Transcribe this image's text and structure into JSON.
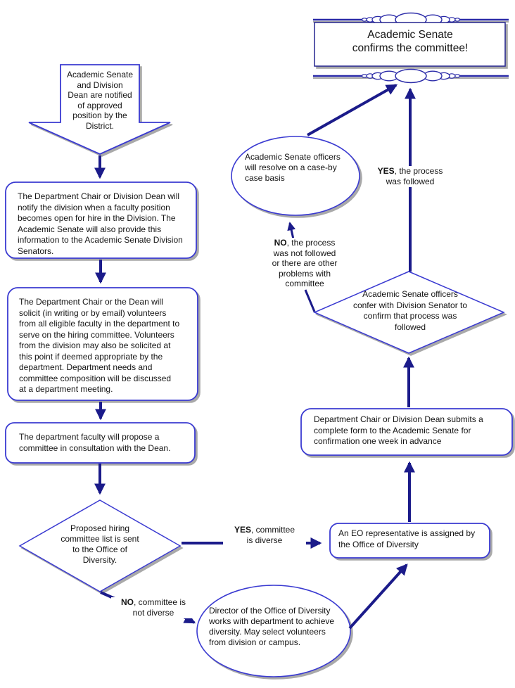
{
  "banner": {
    "lines": [
      "Academic Senate",
      "confirms the committee!"
    ]
  },
  "nodes": {
    "notified": {
      "lines": [
        "Academic Senate",
        "and Division",
        "Dean are notified",
        "of approved",
        "position by the",
        "District."
      ]
    },
    "notify": {
      "lines": [
        "The Department Chair or Division Dean will",
        "notify the division when a faculty position",
        "becomes open for hire in the Division. The",
        "Academic Senate will also provide this",
        "information to the Academic Senate Division",
        "Senators."
      ]
    },
    "solicit": {
      "lines": [
        "The Department Chair or the Dean will",
        "solicit (in writing or by email) volunteers",
        "from all eligible faculty in the department to",
        "serve on the hiring committee.  Volunteers",
        "from the division may also be solicited at",
        "this point if deemed appropriate by the",
        "department.  Department needs and",
        "committee composition will be discussed",
        "at a department meeting."
      ]
    },
    "propose": {
      "lines": [
        "The department faculty will propose a",
        "committee in consultation with the Dean."
      ]
    },
    "diversity_check": {
      "lines": [
        "Proposed hiring",
        "committee list is sent",
        "to the Office of",
        "Diversity."
      ]
    },
    "director": {
      "lines": [
        "Director of the Office of Diversity",
        "works with department to achieve",
        "diversity.  May select volunteers",
        "from division or campus."
      ]
    },
    "eo_rep": {
      "lines": [
        "An EO representative is assigned by",
        "the Office of Diversity"
      ]
    },
    "submit_form": {
      "lines": [
        "Department Chair or Division Dean submits a",
        "complete form to the Academic Senate for",
        "confirmation one week in advance"
      ]
    },
    "confirm_check": {
      "lines": [
        "Academic Senate officers",
        "confer with Division Senator to",
        "confirm that process was",
        "followed"
      ]
    },
    "resolve": {
      "lines": [
        "Academic Senate officers",
        "will resolve on a case-by",
        "case basis"
      ]
    }
  },
  "labels": {
    "yes_diverse": {
      "prefix": "YES",
      "line1_rest": ", committee",
      "line2": "is diverse"
    },
    "no_diverse": {
      "prefix": "NO",
      "line1_rest": ", committee is",
      "line2": "not diverse"
    },
    "yes_process": {
      "prefix": "YES",
      "line1_rest": ", the process",
      "line2": "was followed"
    },
    "no_process": {
      "prefix": "NO",
      "line1_rest": ", the process",
      "more_lines": [
        "was not followed",
        "or there are other",
        "problems with",
        "committee"
      ]
    }
  },
  "colors": {
    "shape_border": "#3a3ad1",
    "banner_border": "#25258f",
    "arrow": "#1b1b8a",
    "shadow": "#a9a9a9",
    "text": "#141414",
    "shape_fill": "#ffffff"
  }
}
